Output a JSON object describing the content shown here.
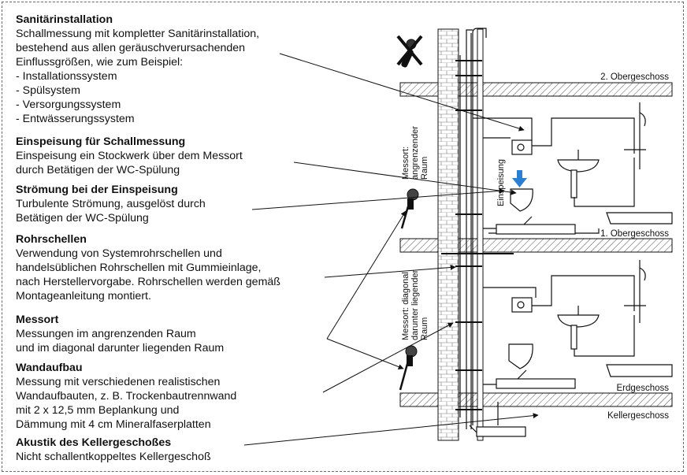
{
  "sections": [
    {
      "heading": "Sanitärinstallation",
      "lines": [
        "Schallmessung mit kompletter Sanitärinstallation,",
        "bestehend aus allen geräuschverursachenden",
        "Einflussgrößen, wie zum Beispiel:",
        "- Installationssystem",
        "- Spülsystem",
        "- Versorgungssystem",
        "- Entwässerungssystem"
      ]
    },
    {
      "heading": "Einspeisung für Schallmessung",
      "lines": [
        "Einspeisung ein Stockwerk über dem Messort",
        "durch Betätigen der WC-Spülung"
      ]
    },
    {
      "heading": "Strömung bei der Einspeisung",
      "lines": [
        "Turbulente Strömung, ausgelöst durch",
        "Betätigen der WC-Spülung"
      ]
    },
    {
      "heading": "Rohrschellen",
      "lines": [
        "Verwendung von Systemrohrschellen und",
        "handelsüblichen Rohrschellen mit Gummieinlage,",
        "nach Herstellervorgabe. Rohrschellen werden gemäß",
        "Montageanleitung montiert."
      ]
    },
    {
      "heading": "Messort",
      "lines": [
        "Messungen im angrenzenden Raum",
        "und im diagonal darunter liegenden Raum"
      ]
    },
    {
      "heading": "Wandaufbau",
      "lines": [
        "Messung mit verschiedenen realistischen",
        "Wandaufbauten, z. B. Trockenbautrennwand",
        "mit 2 x 12,5 mm Beplankung und",
        "Dämmung mit 4 cm Mineralfaserplatten"
      ]
    },
    {
      "heading": "Akustik des Kellergeschoßes",
      "lines": [
        "Nicht schallentkoppeltes Kellergeschoß"
      ]
    }
  ],
  "floors": {
    "og2": "2. Obergeschoss",
    "og1": "1. Obergeschoss",
    "eg": "Erdgeschoss",
    "kg": "Kellergeschoss"
  },
  "vertical_labels": {
    "messort_top_1": "Messort:",
    "messort_top_2": "angrenzender",
    "messort_top_3": "Raum",
    "einspeisung": "Einspeisung",
    "messort_bottom_1": "Messort: diagonal",
    "messort_bottom_2": "darunter liegender",
    "messort_bottom_3": "Raum"
  },
  "icons": {
    "crossed_mic": "microphone-crossed-icon",
    "mic": "microphone-icon",
    "arrow": "blue-down-arrow-icon"
  },
  "colors": {
    "line": "#111111",
    "accent": "#2a7fd4",
    "hatch": "#555555"
  }
}
